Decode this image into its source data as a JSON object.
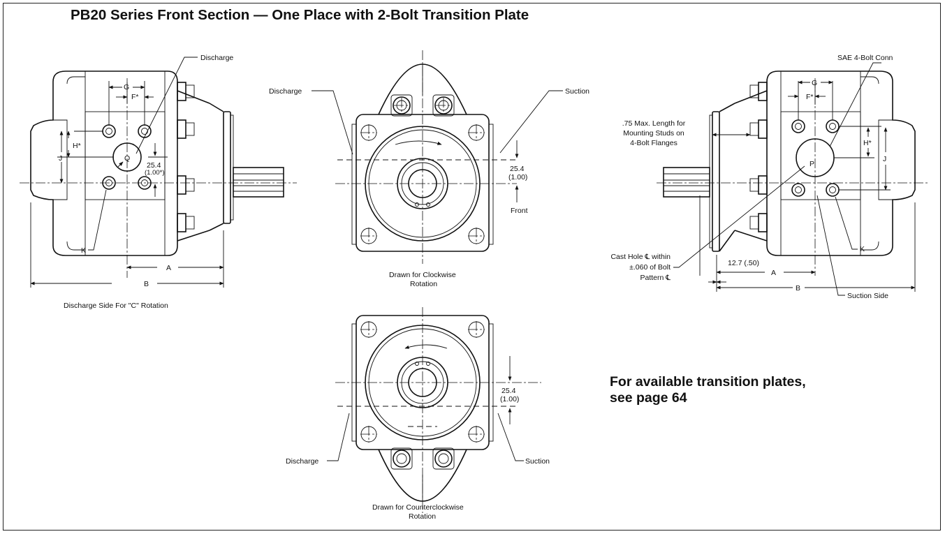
{
  "title": "PB20 Series Front Section — One Place with 2-Bolt Transition Plate",
  "note": {
    "line1": "For available transition plates,",
    "line2": "see page 64"
  },
  "left_view": {
    "discharge": "Discharge",
    "dim_g": "G",
    "dim_f": "F*",
    "dim_h": "H*",
    "dim_j": "J",
    "dim_q": "Q",
    "dim_254": "25.4",
    "dim_100": "(1.00*)",
    "dim_k": "K",
    "dim_a": "A",
    "dim_b": "B",
    "caption": "Discharge Side For \"C\" Rotation"
  },
  "top_view": {
    "discharge": "Discharge",
    "suction": "Suction",
    "dim_254": "25.4",
    "dim_100": "(1.00)",
    "front": "Front",
    "caption1": "Drawn for Clockwise",
    "caption2": "Rotation"
  },
  "bottom_view": {
    "dim_254": "25.4",
    "dim_100": "(1.00)",
    "discharge": "Discharge",
    "suction": "Suction",
    "caption1": "Drawn for Counterclockwise",
    "caption2": "Rotation"
  },
  "right_view": {
    "sae": "SAE 4-Bolt Conn",
    "dim_g": "G",
    "dim_f": "F*",
    "studs1": ".75 Max. Length for",
    "studs2": "Mounting Studs on",
    "studs3": "4-Bolt Flanges",
    "dim_h": "H*",
    "dim_j": "J",
    "dim_p": "P",
    "cast1": "Cast Hole ℄ within",
    "cast2": "±.060 of Bolt",
    "cast3": "Pattern ℄",
    "dim_k": "K",
    "dim_127": "12.7 (.50)",
    "dim_a": "A",
    "dim_b": "B",
    "suction_side": "Suction Side"
  }
}
